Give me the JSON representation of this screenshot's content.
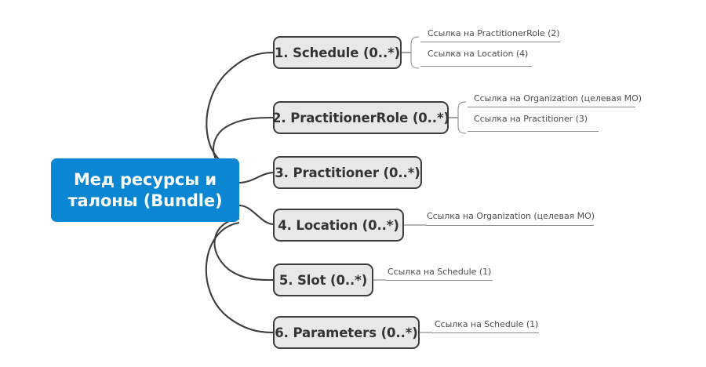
{
  "diagram": {
    "type": "mindmap",
    "root": {
      "label": "Мед ресурсы и\nталоны (Bundle)",
      "color": "#0b86d3",
      "text_color": "#ffffff"
    },
    "node_style": {
      "fill": "#e8e8e8",
      "border": "#3d3d3d",
      "text_color": "#333333"
    },
    "branches": [
      {
        "label": "1. Schedule (0..*)",
        "sublabels": [
          "Ссылка на PractitionerRole (2)",
          "Ссылка на Location (4)"
        ]
      },
      {
        "label": "2. PractitionerRole (0..*)",
        "sublabels": [
          "Ссылка на Organization (целевая МО)",
          "Ссылка на Practitioner (3)"
        ]
      },
      {
        "label": "3. Practitioner (0..*)",
        "sublabels": []
      },
      {
        "label": "4. Location (0..*)",
        "sublabels": [
          "Ссылка на Organization (целевая МО)"
        ]
      },
      {
        "label": "5. Slot (0..*)",
        "sublabels": [
          "Ссылка на Schedule (1)"
        ]
      },
      {
        "label": "6. Parameters (0..*)",
        "sublabels": [
          "Ссылка на Schedule (1)"
        ]
      }
    ]
  }
}
